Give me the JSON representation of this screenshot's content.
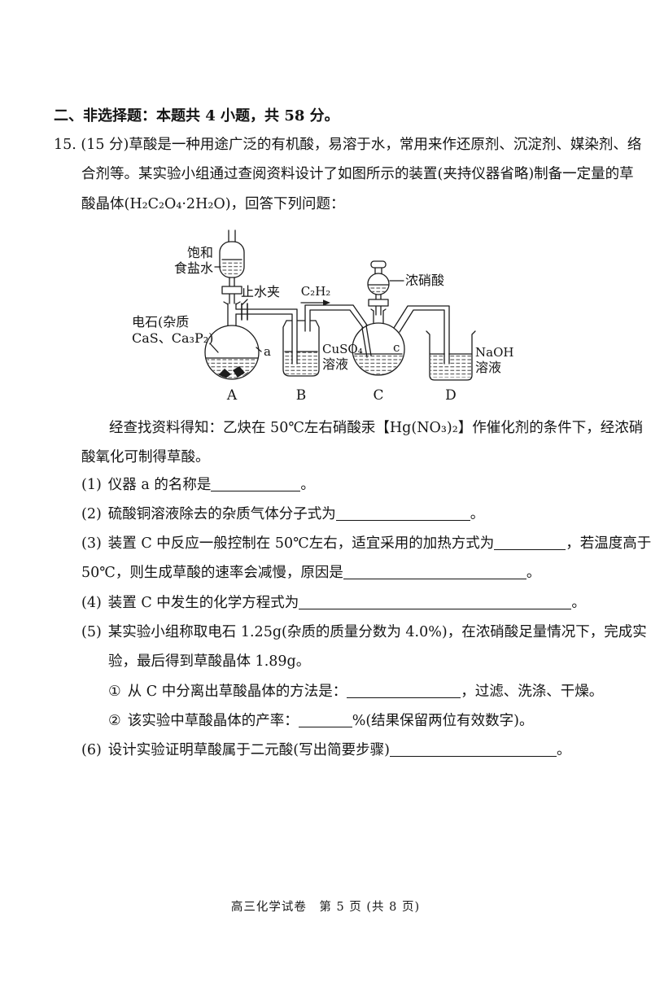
{
  "section": {
    "header": "二、非选择题：本题共 4 小题，共 58 分。"
  },
  "q15": {
    "lines": {
      "l1": "15. (15 分)草酸是一种用途广泛的有机酸，易溶于水，常用来作还原剂、沉淀剂、媒染剂、络",
      "l2": "合剂等。某实验小组通过查阅资料设计了如图所示的装置(夹持仪器省略)制备一定量的草",
      "l3": "酸晶体(H₂C₂O₄·2H₂O)，回答下列问题："
    },
    "note": {
      "l1": "经查找资料得知：乙炔在 50℃左右硝酸汞【Hg(NO₃)₂】作催化剂的条件下，经浓硝",
      "l2": "酸氧化可制得草酸。"
    },
    "items": {
      "q1": {
        "num": "(1)",
        "pre": "仪器 a 的名称是",
        "post": "。"
      },
      "q2": {
        "num": "(2)",
        "pre": "硫酸铜溶液除去的杂质气体分子式为",
        "post": "。"
      },
      "q3": {
        "num": "(3)",
        "l1a": "装置 C 中反应一般控制在 50℃左右，适宜采用的加热方式为",
        "l1b": "，若温度高于",
        "l2a": "50℃，则生成草酸的速率会减慢，原因是",
        "l2b": "。"
      },
      "q4": {
        "num": "(4)",
        "pre": "装置 C 中发生的化学方程式为",
        "post": "。"
      },
      "q5": {
        "num": "(5)",
        "l1": "某实验小组称取电石 1.25g(杂质的质量分数为 4.0%)，在浓硝酸足量情况下，完成实",
        "l2": "验，最后得到草酸晶体 1.89g。",
        "s1": {
          "num": "①",
          "pre": "从 C 中分离出草酸晶体的方法是：",
          "post": "，过滤、洗涤、干燥。"
        },
        "s2": {
          "num": "②",
          "pre": "该实验中草酸晶体的产率：",
          "post": "%(结果保留两位有效数字)。"
        }
      },
      "q6": {
        "num": "(6)",
        "pre": "设计实验证明草酸属于二元酸(写出简要步骤)",
        "post": "。"
      }
    }
  },
  "diagram": {
    "labels": {
      "brine1": "饱和",
      "brine2": "食盐水",
      "clamp": "止水夹",
      "gas": "C₂H₂",
      "nitric": "浓硝酸",
      "carbide1": "电石(杂质",
      "carbide2": "CaS、Ca₃P₂)",
      "a": "a",
      "cuso4_1": "CuSO₄",
      "cuso4_2": "溶液",
      "c": "c",
      "naoh1": "NaOH",
      "naoh2": "溶液",
      "A": "A",
      "B": "B",
      "C": "C",
      "D": "D"
    }
  },
  "footer": {
    "text": "高三化学试卷　第 5 页 (共 8 页)"
  }
}
